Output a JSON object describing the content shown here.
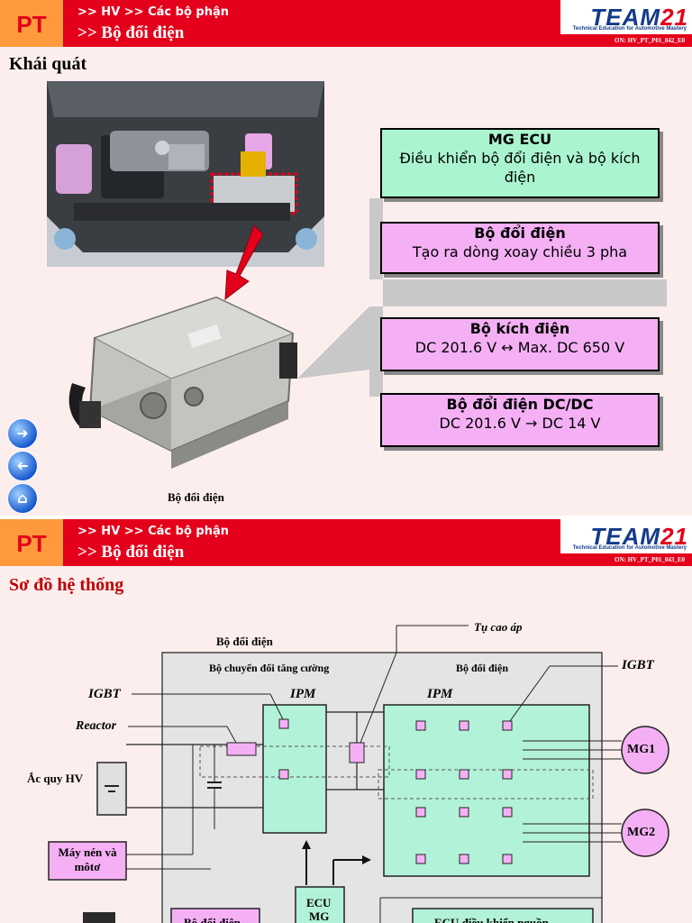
{
  "slide1": {
    "header": {
      "pt": "PT",
      "breadcrumb": ">> HV >> Các bộ phận",
      "title": ">> Bộ đổi điện",
      "logo_main": "TEAM",
      "logo_num": "21",
      "logo_tagline": "Technical Education for Automotive Mastery",
      "code": "ON: HV_PT_P01_042_E0"
    },
    "section_title": "Khái quát",
    "caption": "Bộ đổi điện",
    "boxes": [
      {
        "title": "MG ECU",
        "text": "Điều khiển bộ đổi điện và bộ kích điện"
      },
      {
        "title": "Bộ đổi điện",
        "text": "Tạo ra dòng xoay chiều 3 pha"
      },
      {
        "title": "Bộ kích điện",
        "text": "DC 201.6 V ↔ Max. DC 650 V"
      },
      {
        "title": "Bộ đổi điện DC/DC",
        "text": "DC 201.6 V → DC 14 V"
      }
    ],
    "nav": {
      "next": "➜",
      "prev": "➜",
      "home": "⌂"
    },
    "colors": {
      "green_box": "#aaf5cf",
      "pink_box": "#f5b0f5",
      "header_red": "#e4001b",
      "pt_orange": "#ff9a3c"
    }
  },
  "slide2": {
    "header": {
      "pt": "PT",
      "breadcrumb": ">> HV >> Các bộ phận",
      "title": ">> Bộ đổi điện",
      "logo_main": "TEAM",
      "logo_num": "21",
      "logo_tagline": "Technical Education for Automotive Mastery",
      "code": "ON: HV_PT_P01_043_E0"
    },
    "section_title": "Sơ đồ hệ thống",
    "diagram": {
      "inverter_assembly": "Bộ đổi điện",
      "capacitor": "Tụ cao áp",
      "boost_converter": "Bộ chuyển đổi tăng cường",
      "inverter": "Bộ đổi điện",
      "igbt_left": "IGBT",
      "igbt_right": "IGBT",
      "ipm_left": "IPM",
      "ipm_right": "IPM",
      "reactor": "Reactor",
      "hv_battery": "Ắc quy HV",
      "compressor": "Máy nén và môtơ",
      "mg1": "MG1",
      "mg2": "MG2",
      "ecu_line1": "ECU",
      "ecu_line2": "MG",
      "dcdc": "Bộ đổi điện",
      "power_ecu": "ECU điều khiển nguồn"
    }
  }
}
